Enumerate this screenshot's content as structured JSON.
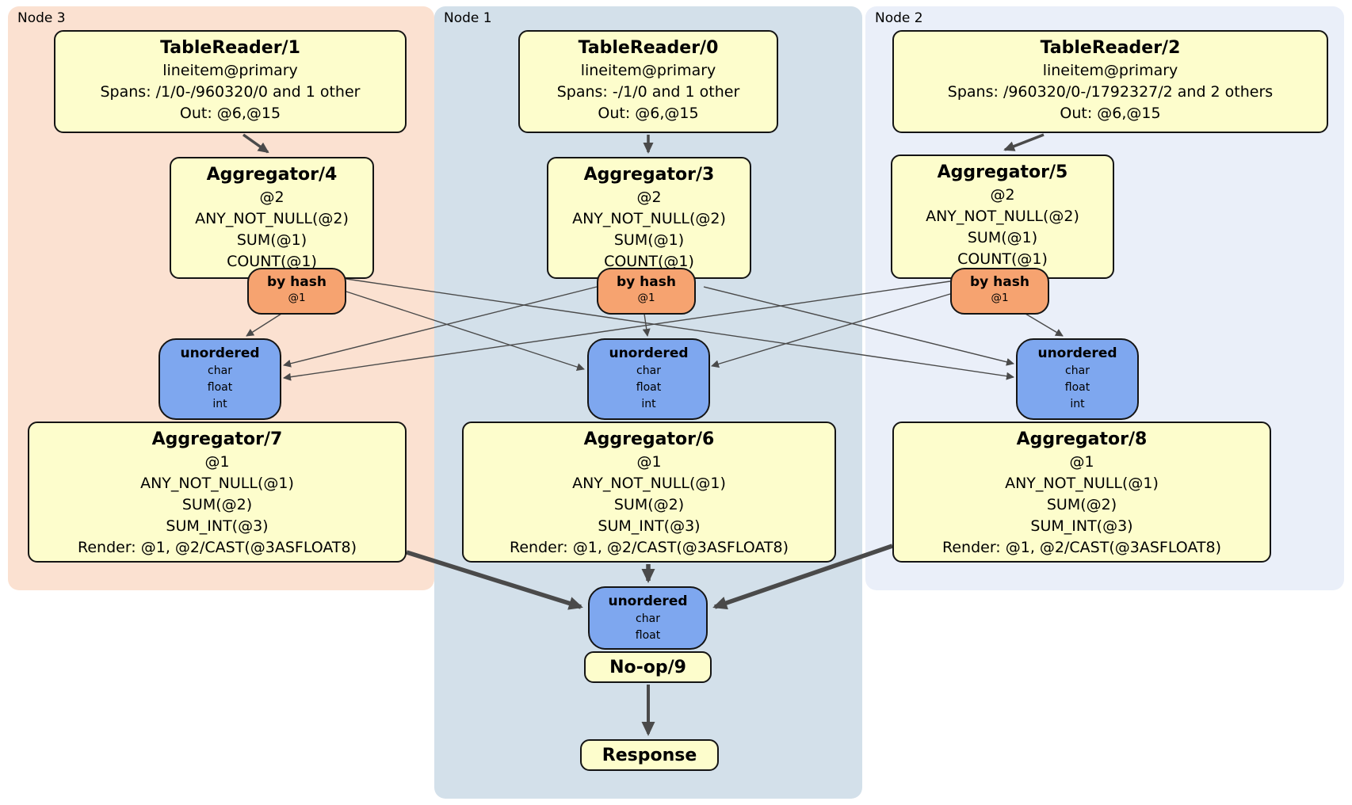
{
  "groups": {
    "node3": {
      "label": "Node 3"
    },
    "node1": {
      "label": "Node 1"
    },
    "node2": {
      "label": "Node 2"
    }
  },
  "processors": {
    "tr1": {
      "title": "TableReader/1",
      "lines": [
        "lineitem@primary",
        "Spans: /1/0-/960320/0 and 1 other",
        "Out: @6,@15"
      ]
    },
    "tr0": {
      "title": "TableReader/0",
      "lines": [
        "lineitem@primary",
        "Spans: -/1/0 and 1 other",
        "Out: @6,@15"
      ]
    },
    "tr2": {
      "title": "TableReader/2",
      "lines": [
        "lineitem@primary",
        "Spans: /960320/0-/1792327/2 and 2 others",
        "Out: @6,@15"
      ]
    },
    "agg4": {
      "title": "Aggregator/4",
      "lines": [
        "@2",
        "ANY_NOT_NULL(@2)",
        "SUM(@1)",
        "COUNT(@1)"
      ]
    },
    "agg3": {
      "title": "Aggregator/3",
      "lines": [
        "@2",
        "ANY_NOT_NULL(@2)",
        "SUM(@1)",
        "COUNT(@1)"
      ]
    },
    "agg5": {
      "title": "Aggregator/5",
      "lines": [
        "@2",
        "ANY_NOT_NULL(@2)",
        "SUM(@1)",
        "COUNT(@1)"
      ]
    },
    "agg7": {
      "title": "Aggregator/7",
      "lines": [
        "@1",
        "ANY_NOT_NULL(@1)",
        "SUM(@2)",
        "SUM_INT(@3)",
        "Render: @1, @2/CAST(@3ASFLOAT8)"
      ]
    },
    "agg6": {
      "title": "Aggregator/6",
      "lines": [
        "@1",
        "ANY_NOT_NULL(@1)",
        "SUM(@2)",
        "SUM_INT(@3)",
        "Render: @1, @2/CAST(@3ASFLOAT8)"
      ]
    },
    "agg8": {
      "title": "Aggregator/8",
      "lines": [
        "@1",
        "ANY_NOT_NULL(@1)",
        "SUM(@2)",
        "SUM_INT(@3)",
        "Render: @1, @2/CAST(@3ASFLOAT8)"
      ]
    },
    "noop": {
      "title": "No-op/9"
    },
    "response": {
      "title": "Response"
    }
  },
  "routers": {
    "hash3": {
      "title": "by hash",
      "sub": "@1"
    },
    "hash1": {
      "title": "by hash",
      "sub": "@1"
    },
    "hash2": {
      "title": "by hash",
      "sub": "@1"
    },
    "sync3": {
      "title": "unordered",
      "types": [
        "char",
        "float",
        "int"
      ]
    },
    "sync1": {
      "title": "unordered",
      "types": [
        "char",
        "float",
        "int"
      ]
    },
    "sync2": {
      "title": "unordered",
      "types": [
        "char",
        "float",
        "int"
      ]
    },
    "sync_final": {
      "title": "unordered",
      "types": [
        "char",
        "float"
      ]
    }
  },
  "colors": {
    "panel_node3": "#fbe1d1",
    "panel_node1": "#d3e0ea",
    "panel_node2": "#eaeff9",
    "processor_fill": "#fdfdcc",
    "hash_router_fill": "#f6a370",
    "sync_router_fill": "#7ea7ef",
    "edge": "#4a4a4a",
    "border": "#141414"
  }
}
